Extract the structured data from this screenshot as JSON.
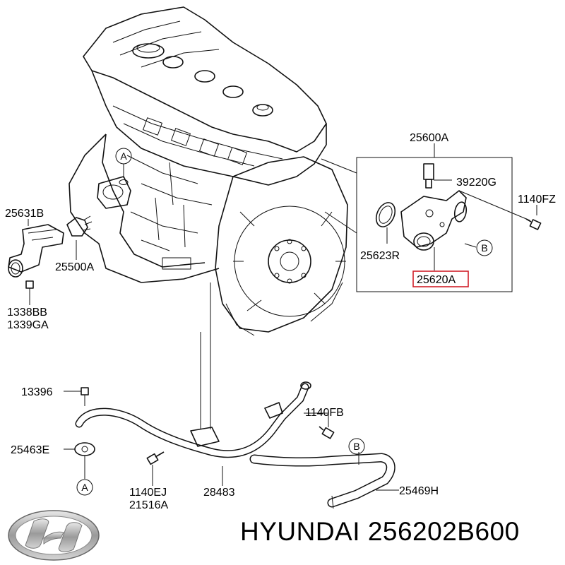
{
  "brand": {
    "name": "HYUNDAI",
    "part_number": "256202B600",
    "logo_icon": "hyundai-logo-icon"
  },
  "parts": {
    "p25600A": "25600A",
    "p39220G": "39220G",
    "p1140FZ": "1140FZ",
    "p25623R": "25623R",
    "p25620A": "25620A",
    "p25631B": "25631B",
    "p25500A": "25500A",
    "p1338BB": "1338BB",
    "p1339GA": "1339GA",
    "p13396": "13396",
    "p25463E": "25463E",
    "p1140FB": "1140FB",
    "p1140EJ": "1140EJ",
    "p21516A": "21516A",
    "p28483": "28483",
    "p25469H": "25469H"
  },
  "callouts": {
    "a": "A",
    "b": "B"
  },
  "colors": {
    "highlight": "#d0202a",
    "line": "#111111",
    "background": "#ffffff"
  }
}
